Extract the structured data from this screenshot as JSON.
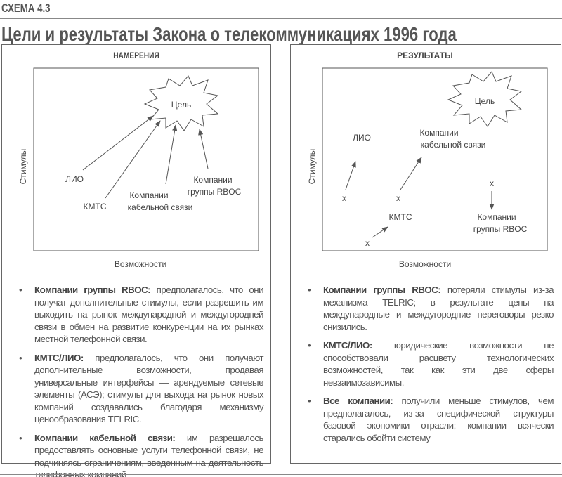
{
  "figure_label": "СХЕМА 4.3",
  "title": "Цели и результаты Закона о телекоммуникациях 1996 года",
  "left": {
    "heading": "НАМЕРЕНИЯ",
    "y_axis": "Стимулы",
    "x_axis": "Возможности",
    "goal": "Цель",
    "nodes": {
      "lio": "ЛИО",
      "kmts": "КМТС",
      "cable1": "Компании",
      "cable2": "кабельной связи",
      "rboc1": "Компании",
      "rboc2": "группы RBOC"
    },
    "bullets": [
      {
        "term": "Компании группы RBOC:",
        "text": " предполагалось, что они получат дополнительные стимулы, если разрешить им выходить на рынок международной и междугородней связи в обмен на развитие конкуренции на их рынках местной телефонной связи."
      },
      {
        "term": "КМТС/ЛИО:",
        "text": " предполагалось, что они получают дополнительные возможности, продавая универсальные интерфейсы — арендуемые сетевые элементы (АСЭ); стимулы для выхода на рынок новых компаний создавались благодаря механизму ценообразования TELRIC."
      },
      {
        "term": "Компании кабельной связи:",
        "text": " им разрешалось предоставлять основные услуги телефонной связи, не подчиняясь ограничениям, введенным на деятельность телефонных компаний"
      }
    ]
  },
  "right": {
    "heading": "РЕЗУЛЬТАТЫ",
    "y_axis": "Стимулы",
    "x_axis": "Возможности",
    "goal": "Цель",
    "marker": "x",
    "nodes": {
      "lio": "ЛИО",
      "kmts": "КМТС",
      "cable1": "Компании",
      "cable2": "кабельной связи",
      "rboc1": "Компании",
      "rboc2": "группы RBOC"
    },
    "bullets": [
      {
        "term": "Компании группы RBOC:",
        "text": " потеряли стимулы из-за механизма TELRIC; в результате цены на международные и междугородние переговоры резко снизились."
      },
      {
        "term": "КМТС/ЛИО:",
        "text": " юридические возможности не способствовали расцвету технологических возможностей, так как эти две сферы невзаимозависимы."
      },
      {
        "term": "Все компании:",
        "text": " получили меньше стимулов, чем предполагалось, из-за специфической структуры базовой экономики отрасли; компании всячески старались обойти систему"
      }
    ]
  }
}
